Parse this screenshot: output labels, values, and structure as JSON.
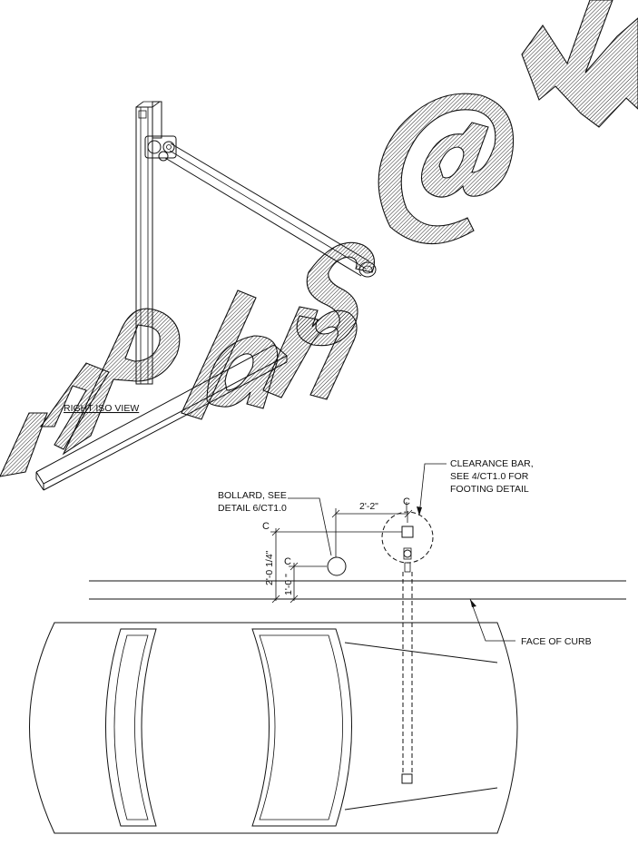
{
  "views": {
    "iso_view_title": "RIGHT ISO VIEW"
  },
  "labels": {
    "clearance_bar_line1": "CLEARANCE BAR,",
    "clearance_bar_line2": "SEE 4/CT1.0 FOR",
    "clearance_bar_line3": "FOOTING DETAIL",
    "bollard_line1": "BOLLARD, SEE",
    "bollard_line2": "DETAIL 6/CT1.0",
    "face_of_curb": "FACE OF CURB"
  },
  "dimensions": {
    "horizontal_offset": "2'-2\"",
    "clearance_bar_offset": "2'-0 1/4\"",
    "bollard_offset": "1'-0 \""
  },
  "watermark": {
    "text": "Plans @ W"
  },
  "colors": {
    "ink": "#111111",
    "paper": "#ffffff"
  }
}
